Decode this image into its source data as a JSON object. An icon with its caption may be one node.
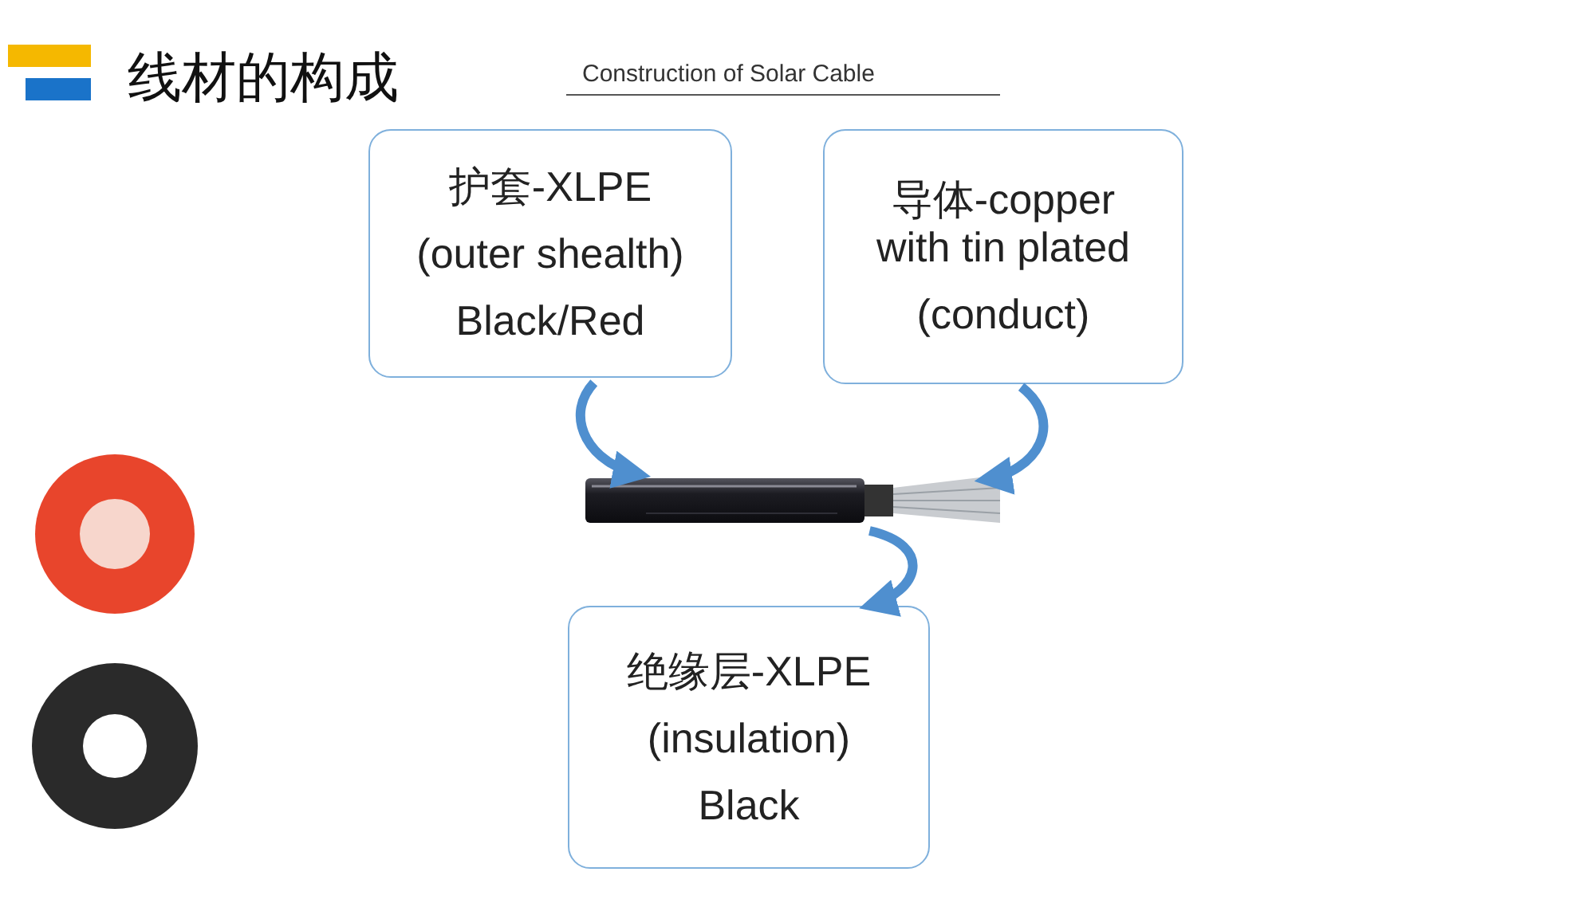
{
  "diagram": {
    "title": "线材的构成",
    "nodes": [
      {
        "text": [
          "护套-XLPE",
          "(outer shealth)",
          "Black/Red"
        ]
      },
      {
        "text": [
          "导体-copper with tin plated",
          "(conduct)"
        ]
      },
      {
        "text": [
          "绝缘层-XLPE",
          "(insulation)",
          "Black"
        ]
      },
      {
        "text": [],
        "shape": "picture"
      }
    ],
    "edges": [
      {
        "from": 0,
        "to": 3,
        "arrow": "to"
      },
      {
        "from": 1,
        "to": 3,
        "arrow": "to"
      },
      {
        "from": 3,
        "to": 2,
        "arrow": "to"
      }
    ],
    "labels": [
      "Construction of Solar Cable"
    ]
  }
}
